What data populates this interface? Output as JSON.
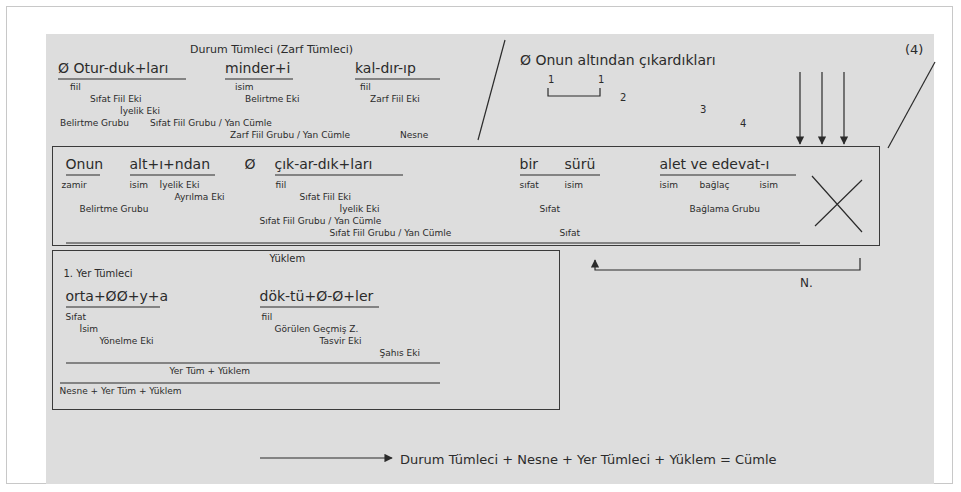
{
  "diagram": {
    "title": "Durum Tümleci (Zarf Tümleci)",
    "nodes": [
      {
        "text": [
          "Onun",
          "alt+ı+ndan",
          "Ø",
          "çık-ar-dık+ları",
          "bir",
          "sürü",
          "alet ve edevat-ı",
          "zamir",
          "isim",
          "İyelik Eki",
          "fiil",
          "sıfat",
          "isim",
          "isim",
          "bağlaç",
          "isim",
          "Ayrılma Eki",
          "Sıfat Fiil Eki",
          "Belirtme Grubu",
          "İyelik Eki",
          "Sıfat",
          "Bağlama Grubu",
          "Sıfat Fiil Grubu / Yan Cümle",
          "Sıfat Fiil Grubu / Yan Cümle",
          "Sıfat"
        ]
      },
      {
        "text": [
          "Yüklem",
          "1. Yer Tümleci",
          "orta+ØØ+y+a",
          "dök-tü+Ø-Ø+ler",
          "Sıfat",
          "fiil",
          "İsim",
          "Görülen Geçmiş Z.",
          "Yönelme Eki",
          "Tasvir Eki",
          "Şahıs Eki",
          "Yer Tüm + Yüklem",
          "Nesne + Yer Tüm + Yüklem"
        ]
      }
    ],
    "labels": [
      "Ø Otur-duk+ları",
      "minder+i",
      "kal-dır-ıp",
      "fiil",
      "isim",
      "fiil",
      "Sıfat Fiil Eki",
      "Belirtme Eki",
      "Zarf Fiil Eki",
      "İyelik Eki",
      "Belirtme Grubu",
      "Sıfat Fiil Grubu / Yan Cümle",
      "Zarf Fiil Grubu / Yan Cümle",
      "Nesne",
      "(4)",
      "Ø Onun altından çıkardıkları",
      "1",
      "1",
      "2",
      "3",
      "4",
      "N.",
      "Durum Tümleci + Nesne + Yer Tümleci + Yüklem = Cümle"
    ]
  }
}
